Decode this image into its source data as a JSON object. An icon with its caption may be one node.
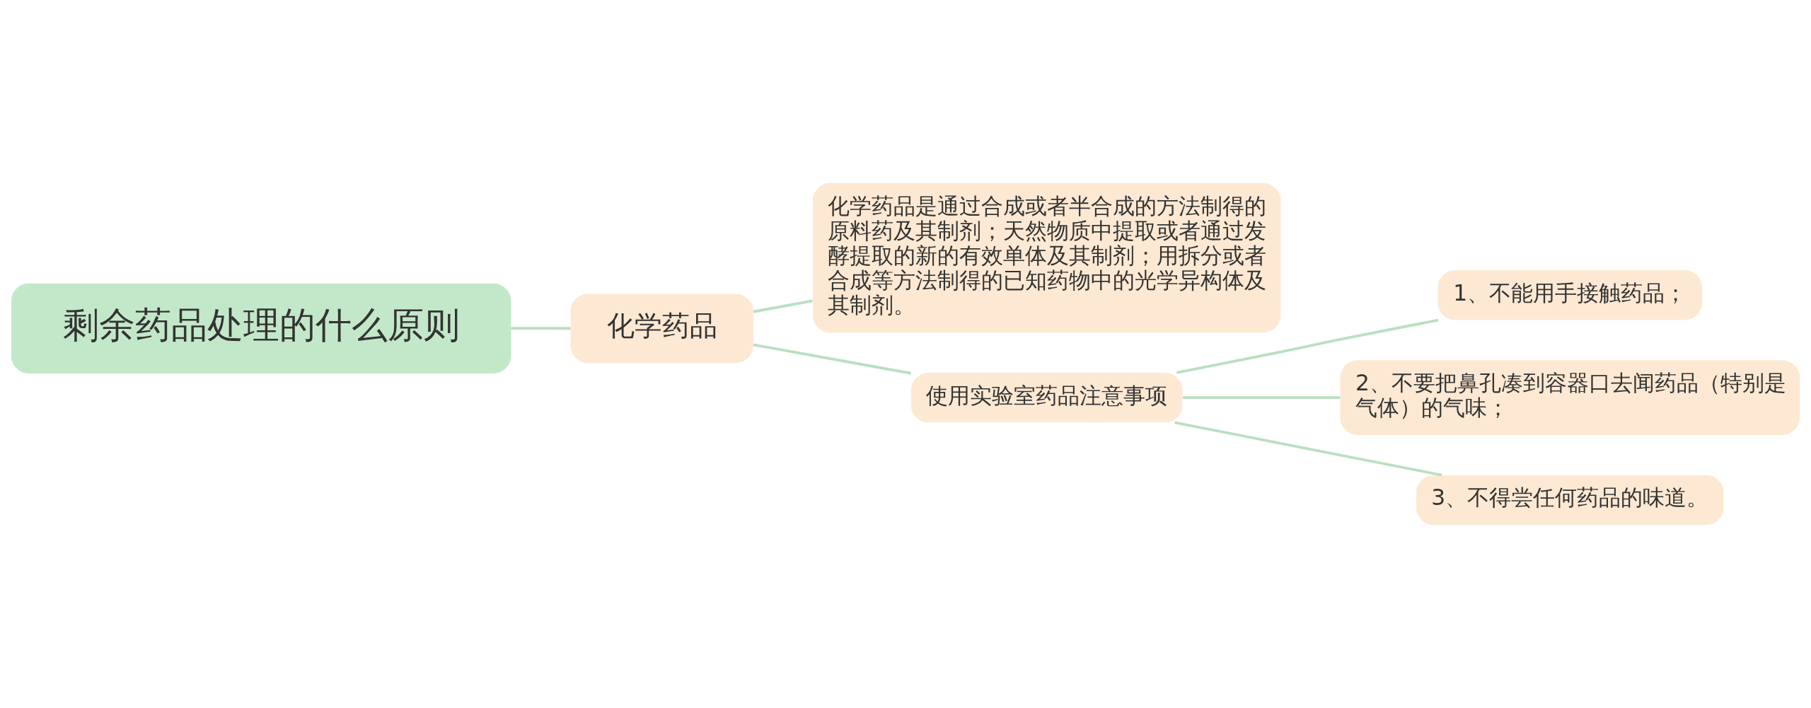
{
  "diagram": {
    "nodes": [
      {
        "text": [
          "剩余药品处理的什么原则"
        ]
      },
      {
        "text": [
          "化学药品"
        ]
      },
      {
        "text": [
          "化学药品是通过合成或者半合成的方法制得的原料药及其制剂；天然物质中提取或者通过发酵提取的新的有效单体及其制剂；用拆分或者合成等方法制得的已知药物中的光学异构体及其制剂。"
        ]
      },
      {
        "text": [
          "使用实验室药品注意事项"
        ]
      },
      {
        "text": [
          "1、不能用手接触药品；"
        ]
      },
      {
        "text": [
          "2、不要把鼻孔凑到容器口去闻药品（特别是气体）的气味；"
        ]
      },
      {
        "text": [
          "3、不得尝任何药品的味道。"
        ]
      }
    ],
    "edges": [
      {
        "from": 0,
        "to": 1,
        "arrow": "none"
      },
      {
        "from": 1,
        "to": 2,
        "arrow": "none"
      },
      {
        "from": 1,
        "to": 3,
        "arrow": "none"
      },
      {
        "from": 3,
        "to": 4,
        "arrow": "none"
      },
      {
        "from": 3,
        "to": 5,
        "arrow": "none"
      },
      {
        "from": 3,
        "to": 6,
        "arrow": "none"
      }
    ]
  }
}
